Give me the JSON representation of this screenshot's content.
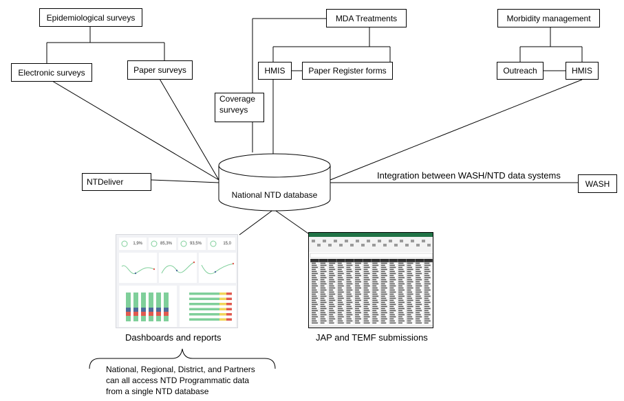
{
  "diagram": {
    "nodes": {
      "epi": "Epidemiological surveys",
      "electronic": "Electronic surveys",
      "paper": "Paper surveys",
      "mda": "MDA Treatments",
      "hmis_mda": "HMIS",
      "paper_register": "Paper Register forms",
      "coverage_line1": "Coverage",
      "coverage_line2": "surveys",
      "morbidity": "Morbidity management",
      "outreach": "Outreach",
      "hmis_morb": "HMIS",
      "ntdeliver": "NTDeliver",
      "wash": "WASH",
      "database": "National NTD database"
    },
    "edge_labels": {
      "wash_integration": "Integration between WASH/NTD data systems"
    },
    "outputs": {
      "dashboards": "Dashboards and reports",
      "jap": "JAP and TEMF submissions"
    },
    "note": {
      "line1": "National, Regional, District, and Partners",
      "line2": "can all access NTD Programmatic data",
      "line3": "from a single NTD database"
    }
  },
  "dashboard_thumb": {
    "kpis": [
      "1,9%",
      "85,3%",
      "93,5%",
      "15,0"
    ],
    "colors": {
      "green": "#7fcf9a",
      "blue": "#4c6b9a",
      "red": "#e05a4f",
      "yellow": "#f2d65a"
    }
  }
}
